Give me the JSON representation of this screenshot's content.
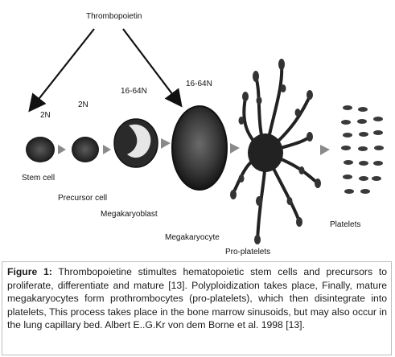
{
  "figure": {
    "labels": {
      "top": "Thrombopoietin",
      "ploidy_stem": "2N",
      "ploidy_precursor": "2N",
      "ploidy_blast": "16-64N",
      "ploidy_cyte": "16-64N",
      "stem_cell": "Stem cell",
      "precursor_cell": "Precursor cell",
      "megakaryoblast": "Megakaryoblast",
      "megakaryocyte": "Megakaryocyte",
      "pro_platelets": "Pro-platelets",
      "platelets": "Platelets"
    }
  },
  "caption": {
    "label": "Figure 1:",
    "text": " Thrombopoietine stimultes hematopoietic stem cells and precursors to proliferate, differentiate and mature [13]. Polyploidization takes place, Finally, mature megakaryocytes form prothrombocytes (pro-platelets), which then disintegrate into platelets, This process takes place in the bone marrow sinusoids, but may also occur in the lung capillary bed. Albert E..G.Kr von dem Borne et al. 1998 [13]."
  }
}
